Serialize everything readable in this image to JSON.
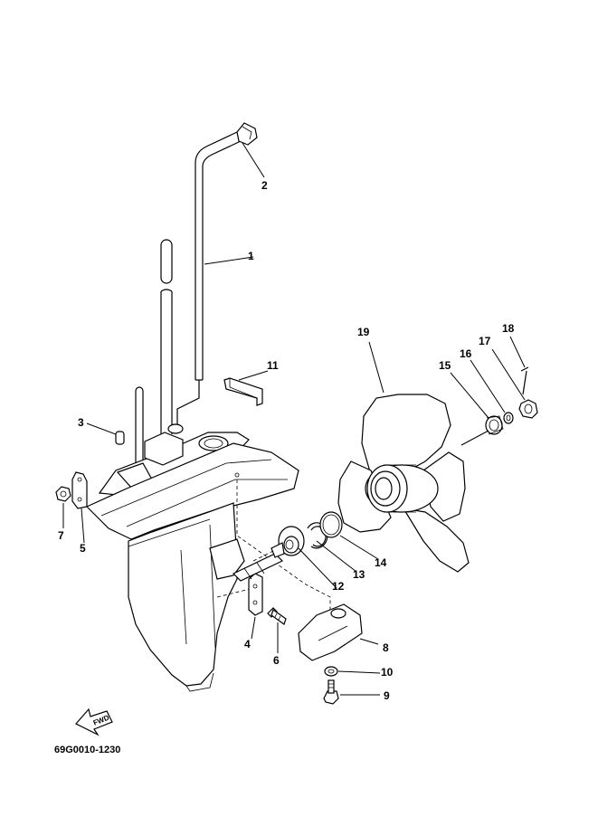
{
  "diagram": {
    "drawing_code": "69G0010-1230",
    "fwd_label": "FWD",
    "callouts": [
      "1",
      "2",
      "3",
      "4",
      "5",
      "6",
      "7",
      "8",
      "9",
      "10",
      "11",
      "12",
      "13",
      "14",
      "15",
      "16",
      "17",
      "18",
      "19"
    ]
  }
}
